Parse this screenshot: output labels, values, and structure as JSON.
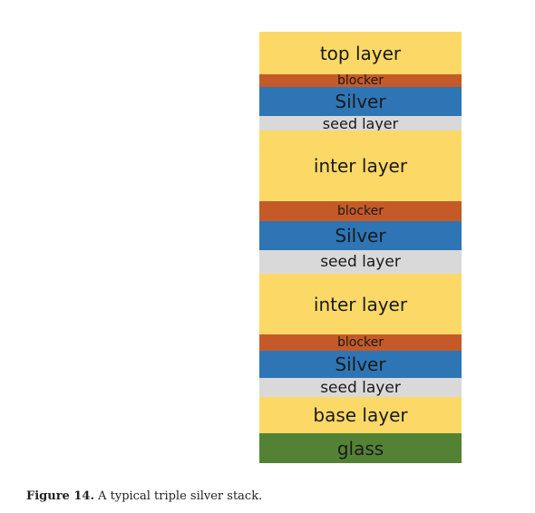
{
  "diagram": {
    "colors": {
      "yellow": "#fcd966",
      "orange": "#c55a28",
      "blue": "#2e75b6",
      "gray": "#d9d9d9",
      "green": "#548235"
    },
    "layers": [
      {
        "label": "top layer",
        "color": "yellow"
      },
      {
        "label": "blocker",
        "color": "orange"
      },
      {
        "label": "Silver",
        "color": "blue"
      },
      {
        "label": "seed layer",
        "color": "gray"
      },
      {
        "label": "inter layer",
        "color": "yellow"
      },
      {
        "label": "blocker",
        "color": "orange"
      },
      {
        "label": "Silver",
        "color": "blue"
      },
      {
        "label": "seed layer",
        "color": "gray"
      },
      {
        "label": "inter layer",
        "color": "yellow"
      },
      {
        "label": "blocker",
        "color": "orange"
      },
      {
        "label": "Silver",
        "color": "blue"
      },
      {
        "label": "seed layer",
        "color": "gray"
      },
      {
        "label": "base layer",
        "color": "yellow"
      },
      {
        "label": "glass",
        "color": "green"
      }
    ]
  },
  "caption": {
    "label": "Figure 14.",
    "text": " A typical triple silver stack."
  }
}
